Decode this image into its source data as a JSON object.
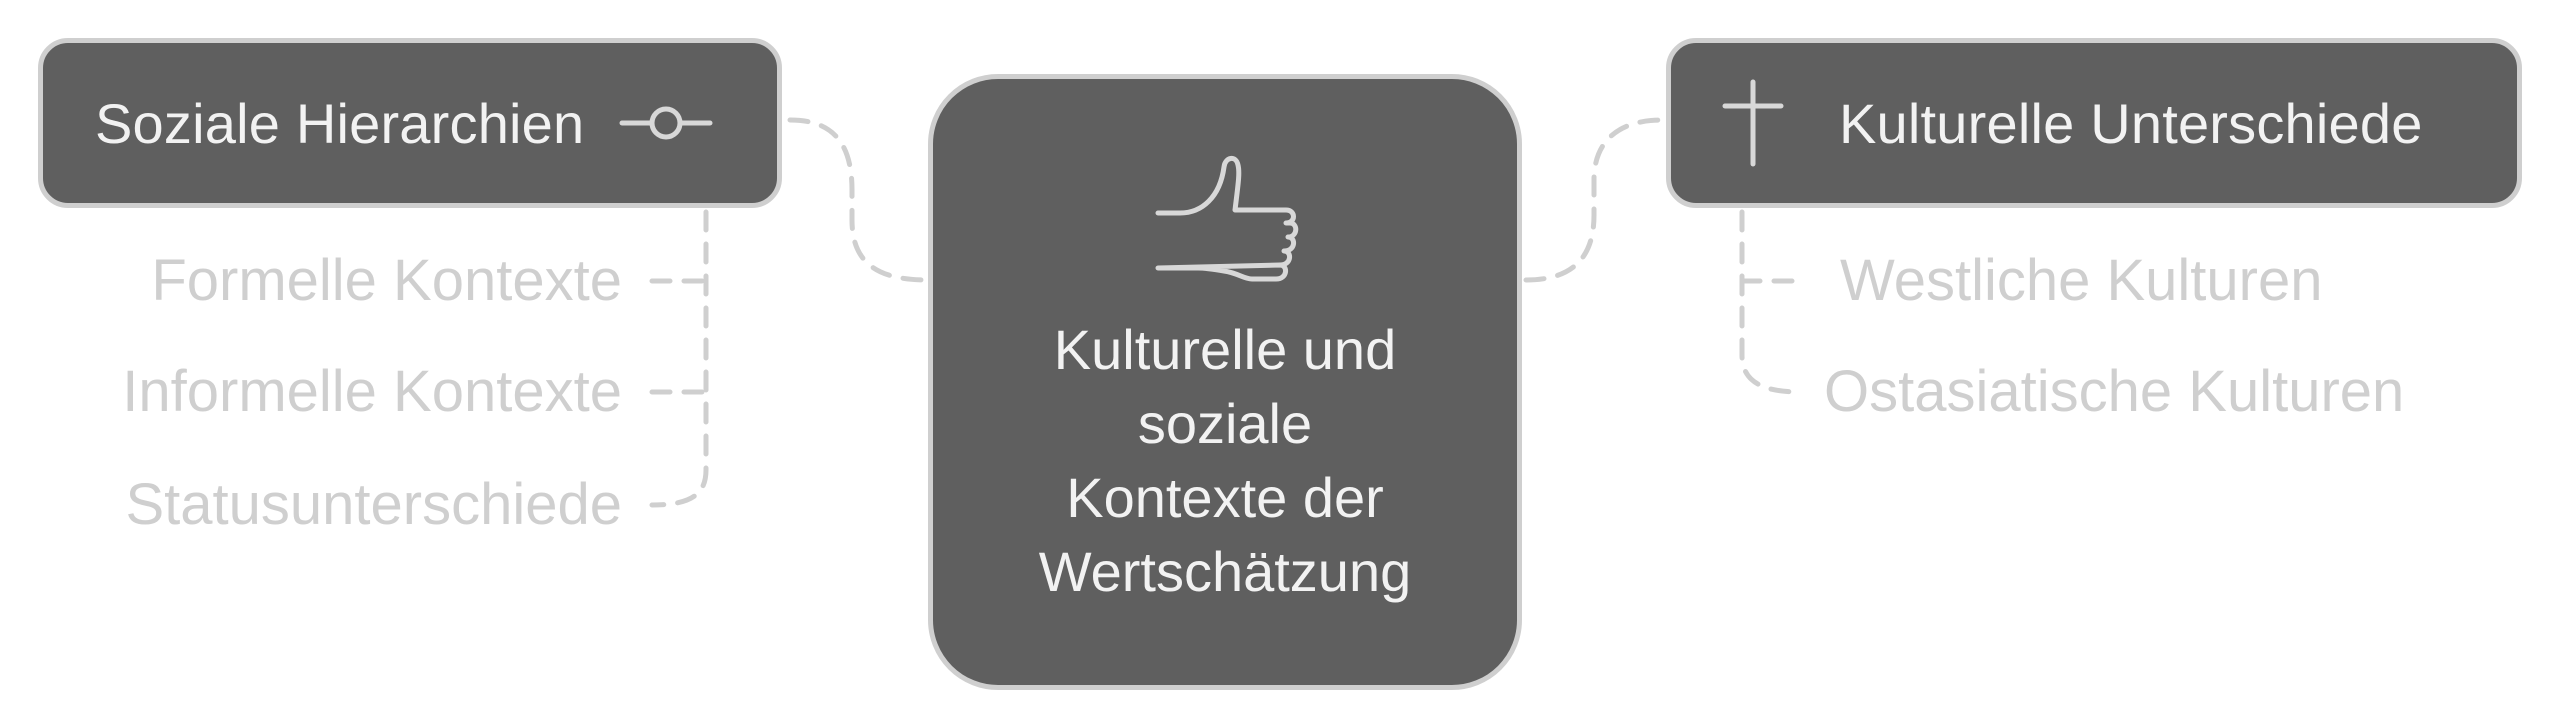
{
  "colors": {
    "node_fill": "#5f5f5f",
    "node_border": "#cfcfcf",
    "node_text": "#f2f2f2",
    "leaf_text": "#cfcfcf",
    "connector": "#cfcfcf",
    "background": "#ffffff"
  },
  "center": {
    "title": "Kulturelle und\nsoziale\nKontexte der\nWertschätzung",
    "icon": "thumbs-up-icon"
  },
  "left_branch": {
    "label": "Soziale Hierarchien",
    "icon": "commit-node-icon",
    "leaves": [
      "Formelle Kontexte",
      "Informelle Kontexte",
      "Statusunterschiede"
    ]
  },
  "right_branch": {
    "label": "Kulturelle Unterschiede",
    "icon": "cross-icon",
    "leaves": [
      "Westliche Kulturen",
      "Ostasiatische Kulturen"
    ]
  }
}
